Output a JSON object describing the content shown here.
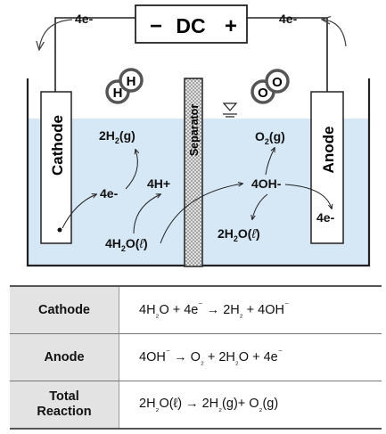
{
  "power": {
    "minus": "−",
    "label": "DC",
    "plus": "+"
  },
  "electron_flow": {
    "left": "4e-",
    "right": "4e-"
  },
  "electrodes": {
    "cathode": "Cathode",
    "anode": "Anode",
    "separator": "Separator"
  },
  "cathode_side": {
    "product": [
      "2H",
      "2",
      "(g)"
    ],
    "electrons": "4e-",
    "protons": "4H+",
    "water": [
      "4H",
      "2",
      "O(",
      "ℓ",
      ")"
    ],
    "molecule_atom": "H"
  },
  "anode_side": {
    "product": [
      "O",
      "2",
      "(g)"
    ],
    "hydroxide": "4OH-",
    "water": [
      "2H",
      "2",
      "O(",
      "ℓ",
      ")"
    ],
    "electrons": "4e-",
    "molecule_atom": "O"
  },
  "colors": {
    "electrolyte": "#d6e7f5",
    "separator": "#e2e2e2",
    "table_header": "#e3e3e3"
  },
  "reactions": [
    {
      "label": [
        "Cathode"
      ],
      "equation": [
        "4H",
        "₂",
        "O + 4e",
        "⁻",
        " → 2H",
        "₂",
        " + 4OH",
        "⁻"
      ]
    },
    {
      "label": [
        "Anode"
      ],
      "equation": [
        "4OH",
        "⁻",
        " → O",
        "₂",
        " + 2H",
        "₂",
        "O + 4e",
        "⁻"
      ]
    },
    {
      "label": [
        "Total",
        "Reaction"
      ],
      "equation": [
        "2H",
        "₂",
        "O(ℓ) → 2H",
        "₂",
        "(g)+ O",
        "₂",
        "(g)"
      ]
    }
  ]
}
